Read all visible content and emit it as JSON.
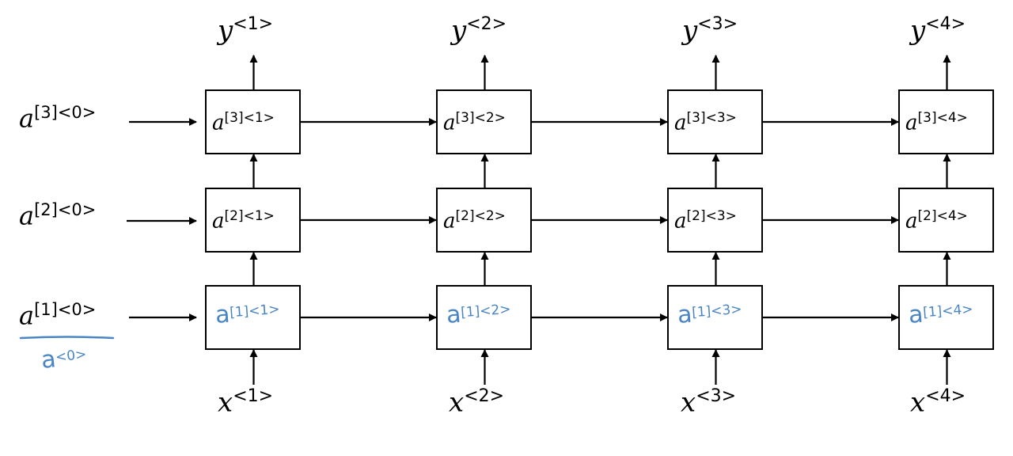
{
  "diagram": {
    "accent_color": "#4a86c5",
    "outputs": [
      {
        "base": "y",
        "sup": "<1>"
      },
      {
        "base": "y",
        "sup": "<2>"
      },
      {
        "base": "y",
        "sup": "<3>"
      },
      {
        "base": "y",
        "sup": "<4>"
      }
    ],
    "inputs": [
      {
        "base": "x",
        "sup": "<1>"
      },
      {
        "base": "x",
        "sup": "<2>"
      },
      {
        "base": "x",
        "sup": "<3>"
      },
      {
        "base": "x",
        "sup": "<4>"
      }
    ],
    "initial_states": [
      {
        "base": "a",
        "sup": "[3]<0>"
      },
      {
        "base": "a",
        "sup": "[2]<0>"
      },
      {
        "base": "a",
        "sup": "[1]<0>"
      }
    ],
    "cells": [
      [
        {
          "base": "a",
          "sup": "[3]<1>"
        },
        {
          "base": "a",
          "sup": "[3]<2>"
        },
        {
          "base": "a",
          "sup": "[3]<3>"
        },
        {
          "base": "a",
          "sup": "[3]<4>"
        }
      ],
      [
        {
          "base": "a",
          "sup": "[2]<1>"
        },
        {
          "base": "a",
          "sup": "[2]<2>"
        },
        {
          "base": "a",
          "sup": "[2]<3>"
        },
        {
          "base": "a",
          "sup": "[2]<4>"
        }
      ]
    ],
    "handwritten_layer1": [
      {
        "base": "a",
        "sup": "[1]<1>"
      },
      {
        "base": "a",
        "sup": "[1]<2>"
      },
      {
        "base": "a",
        "sup": "[1]<3>"
      },
      {
        "base": "a",
        "sup": "[1]<4>"
      }
    ],
    "handwritten_init": {
      "base": "a",
      "sup": "<0>"
    }
  }
}
